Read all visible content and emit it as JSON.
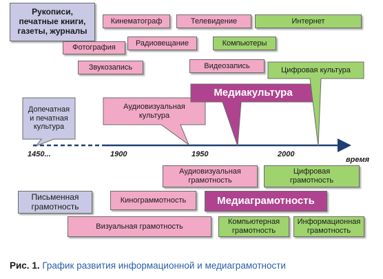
{
  "top_boxes": {
    "manuscripts": "Рукописи,\nпечатные книги,\nгазеты, журналы",
    "cinema": "Кинематограф",
    "television": "Телевидение",
    "internet": "Интернет",
    "photography": "Фотография",
    "radio": "Радиовещание",
    "computers": "Компьютеры",
    "sound_recording": "Звукозапись",
    "video_recording": "Видеозапись"
  },
  "callouts": {
    "digital_culture": "Цифровая культура",
    "media_culture": "Медиакультура",
    "audiovisual_culture": "Аудиовизуальная\nкультура",
    "preprint_culture": "Допечатная\nи печатная\nкультура"
  },
  "timeline": {
    "ticks": [
      "1450...",
      "1900",
      "1950",
      "2000"
    ],
    "axis_label": "время"
  },
  "literacy": {
    "audiovisual": "Аудиовизуальная\nграмотность",
    "digital": "Цифровая\nграмотность",
    "written": "Письменная\nграмотность",
    "cinema": "Кинограммотность",
    "media": "Медиаграмотность",
    "visual": "Визуальная грамотность",
    "computer": "Компьютерная\nграмотность",
    "information": "Информационная\nграмотность"
  },
  "caption": {
    "number": "Рис. 1.",
    "text": "График развития информационной и медиаграмотности"
  },
  "colors": {
    "pink": "#f2a9c6",
    "green": "#9fd36e",
    "lavender": "#c9c9e6",
    "magenta": "#b0438f",
    "caption_blue": "#2a5fa8"
  }
}
